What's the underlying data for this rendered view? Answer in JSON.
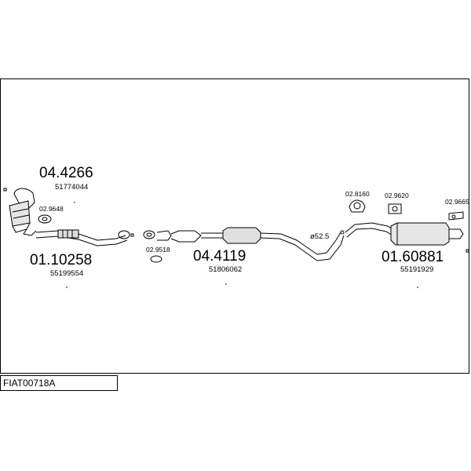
{
  "diagram": {
    "code": "FIAT00718A",
    "parts": [
      {
        "ref": "04.4266",
        "oem": "51774044"
      },
      {
        "ref": "01.10258",
        "oem": "55199554"
      },
      {
        "ref": "04.4119",
        "oem": "51806062"
      },
      {
        "ref": "01.60881",
        "oem": "55191929"
      }
    ],
    "small_parts": [
      "02.9648",
      "02.9518",
      "02.8160",
      "02.9620",
      "02.9665"
    ],
    "pipe_label": "ø52.5"
  }
}
